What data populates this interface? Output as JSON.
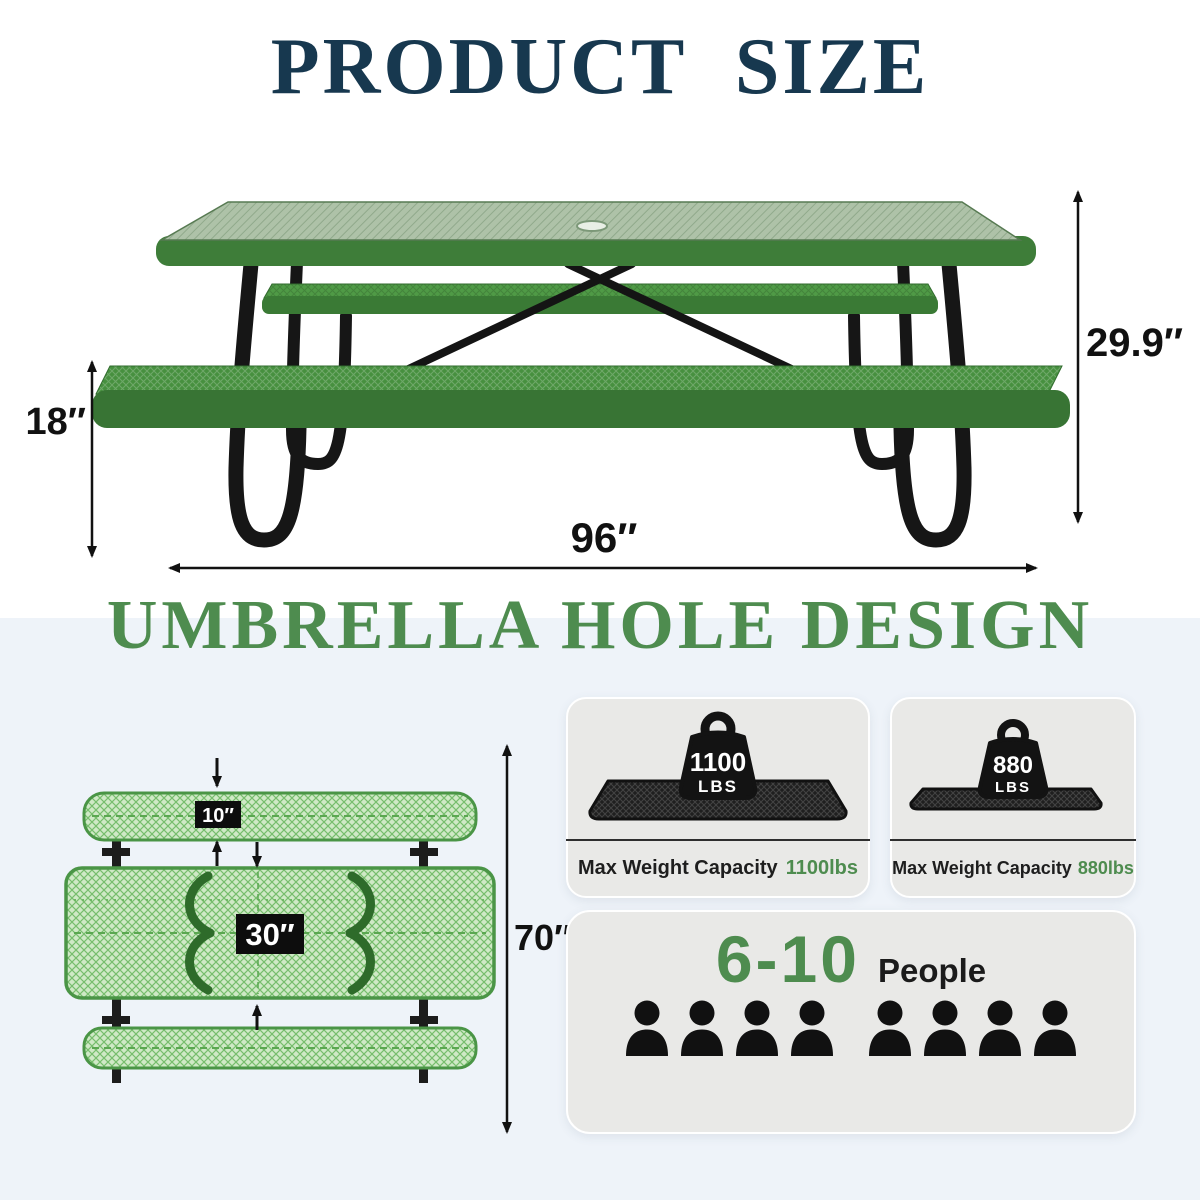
{
  "product_size": {
    "title": "PRODUCT SIZE",
    "dims": {
      "bench_height": "18″",
      "table_height": "29.9″",
      "length": "96″"
    }
  },
  "umbrella": {
    "title": "UMBRELLA HOLE DESIGN"
  },
  "top_view": {
    "bench_depth": "10″",
    "table_depth": "30″",
    "overall_depth": "70″"
  },
  "capacity_cards": [
    {
      "weight_value": "1100",
      "weight_unit": "LBS",
      "label": "Max Weight Capacity",
      "value": "1100lbs"
    },
    {
      "weight_value": "880",
      "weight_unit": "LBS",
      "label": "Max Weight Capacity",
      "value": "880lbs"
    }
  ],
  "people": {
    "range": "6-10",
    "label": "People",
    "icon_count": 8,
    "group_size": 4
  },
  "colors": {
    "navy_title": "#17384f",
    "green_title": "#4e8c4f",
    "table_green": "#3e7d39",
    "bench_green": "#47903f",
    "topview_fill": "#cfe9c6",
    "topview_border": "#4a9546",
    "lower_background": "#eef3f9",
    "card_background": "#e9e9e7",
    "accent_green_text": "#4e8c4f",
    "black": "#111111"
  }
}
